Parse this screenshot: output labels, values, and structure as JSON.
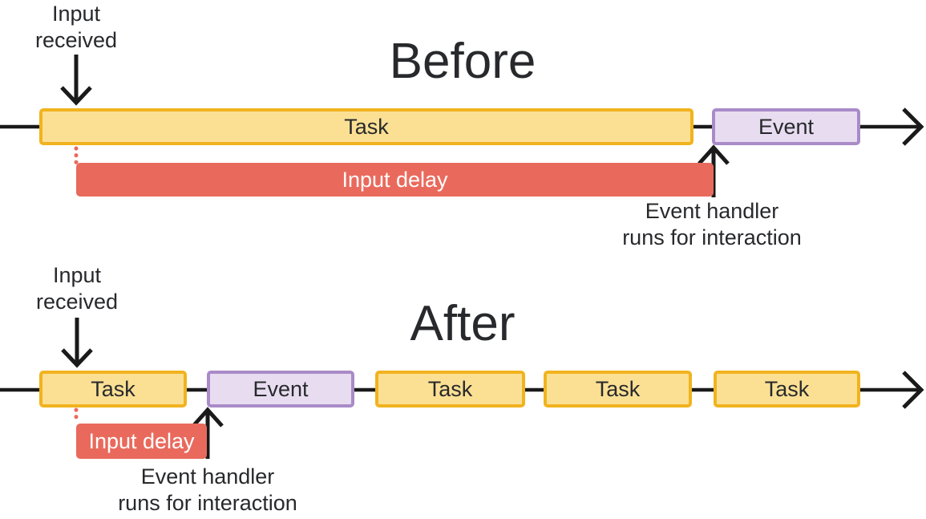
{
  "colors": {
    "background": "#FFFFFF",
    "task_fill": "#FBE094",
    "task_border": "#F1B31E",
    "event_fill": "#E8DDF0",
    "event_border": "#A98BC8",
    "delay_fill": "#E96A5D",
    "delay_text": "#FFFFFF",
    "line": "#1A1A1A",
    "text": "#28292C"
  },
  "before": {
    "title": "Before",
    "input_received_label": "Input\nreceived",
    "task_label": "Task",
    "event_label": "Event",
    "input_delay_label": "Input delay",
    "event_handler_label": "Event handler\nruns for interaction"
  },
  "after": {
    "title": "After",
    "input_received_label": "Input\nreceived",
    "task_labels": [
      "Task",
      "Task",
      "Task",
      "Task"
    ],
    "event_label": "Event",
    "input_delay_label": "Input delay",
    "event_handler_label": "Event handler\nruns for interaction"
  }
}
